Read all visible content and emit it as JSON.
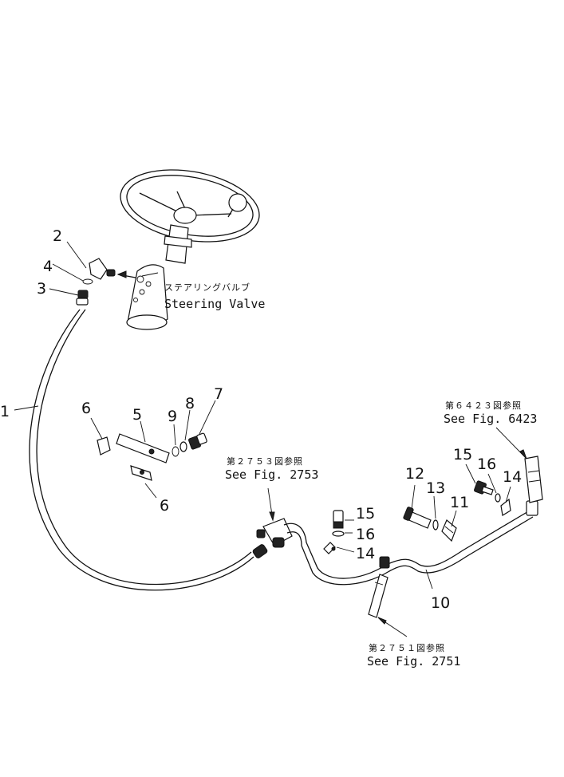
{
  "callouts": {
    "n1": "1",
    "n2": "2",
    "n3": "3",
    "n4": "4",
    "n5": "5",
    "n6a": "6",
    "n6b": "6",
    "n7": "7",
    "n8": "8",
    "n9": "9",
    "n10": "10",
    "n11": "11",
    "n12": "12",
    "n13": "13",
    "n14a": "14",
    "n14b": "14",
    "n15a": "15",
    "n15b": "15",
    "n16a": "16",
    "n16b": "16"
  },
  "labels": {
    "steering_valve_jp": "ステアリングバルブ",
    "steering_valve_en": "Steering Valve",
    "ref_6423_jp": "第６４２３図参照",
    "ref_6423_en": "See Fig. 6423",
    "ref_2753_jp": "第２７５３図参照",
    "ref_2753_en": "See Fig. 2753",
    "ref_2751_jp": "第２７５１図参照",
    "ref_2751_en": "See Fig. 2751"
  }
}
